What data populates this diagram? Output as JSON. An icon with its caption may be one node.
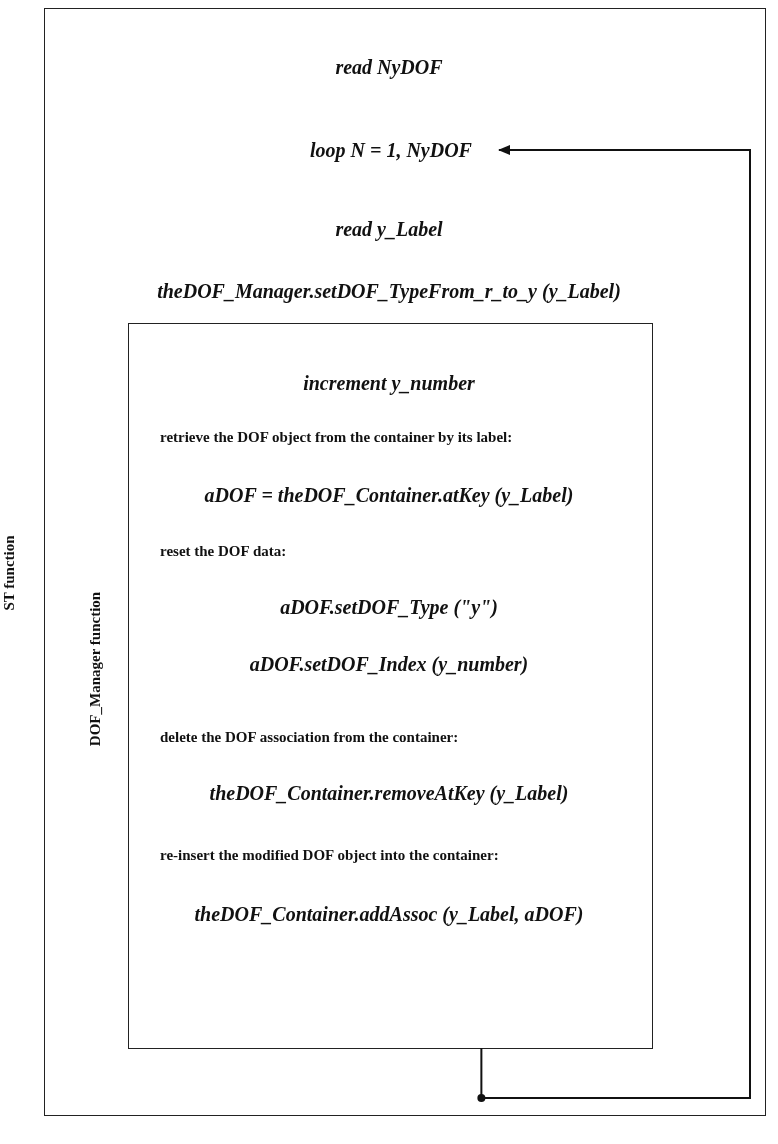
{
  "diagram": {
    "nodes": [
      {
        "text": [
          "ST function"
        ]
      },
      {
        "text": [
          "DOF_Manager function"
        ],
        "in": 0
      },
      {
        "text": [
          "loop N = 1, NyDOF"
        ],
        "in": 0
      }
    ],
    "edges": [
      {
        "from": 1,
        "to": 2,
        "arrow": "to"
      }
    ],
    "labels": [
      "read NyDOF",
      "read y_Label",
      "theDOF_Manager.setDOF_TypeFrom_r_to_y (y_Label)",
      "increment y_number",
      "retrieve the DOF object from the container by its label:",
      "aDOF = theDOF_Container.atKey (y_Label)",
      "reset the DOF data:",
      "aDOF.setDOF_Type (\"y\")",
      "aDOF.setDOF_Index (y_number)",
      "delete the DOF association from the container:",
      "theDOF_Container.removeAtKey (y_Label)",
      "re-insert the modified DOF object into the container:",
      "theDOF_Container.addAssoc (y_Label, aDOF)"
    ]
  }
}
